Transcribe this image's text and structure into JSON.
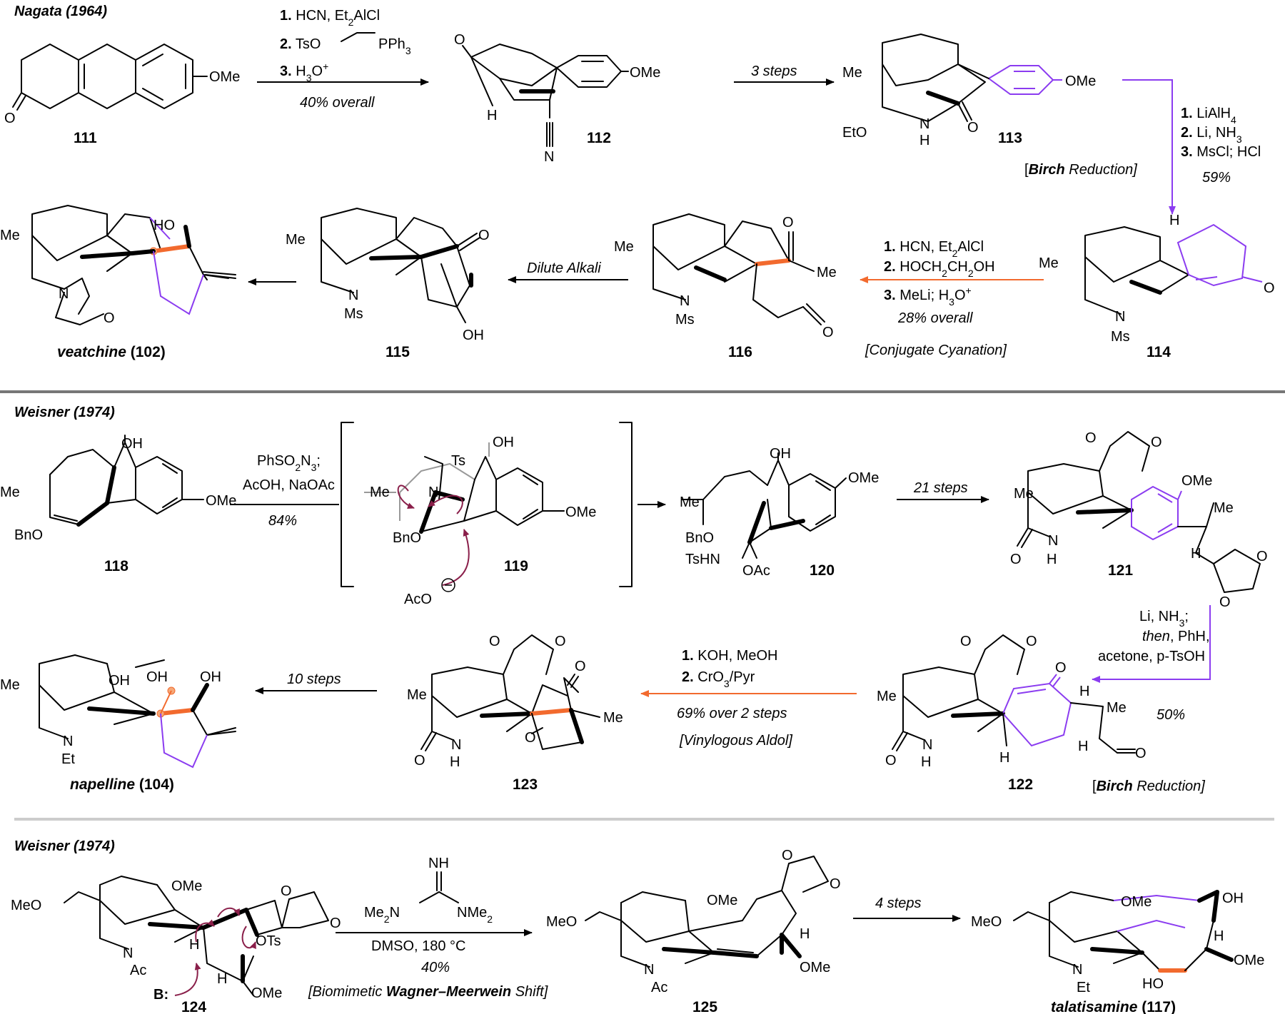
{
  "colors": {
    "birch": "#8b3cf0",
    "cyanation": "#f26a2e",
    "wagner": "#1d4f91",
    "arrow_mech": "#8a1f4a",
    "divider": "#777777"
  },
  "sections": [
    {
      "title": "Nagata (1964)"
    },
    {
      "title": "Weisner (1974)"
    },
    {
      "title": "Weisner (1974)"
    }
  ],
  "compounds": {
    "c111": "111",
    "c112": "112",
    "c113": "113",
    "c114": "114",
    "c115": "115",
    "c116": "116",
    "veatchine": "veatchine",
    "c102": "102",
    "c118": "118",
    "c119": "119",
    "c120": "120",
    "c121": "121",
    "c122": "122",
    "c123": "123",
    "napelline": "napelline",
    "c104": "104",
    "c124": "124",
    "c125": "125",
    "talatisamine": "talatisamine",
    "c117": "117"
  },
  "nagata": {
    "step1": {
      "n1": "1.",
      "t1": "HCN, Et",
      "t1b": "AlCl",
      "n2": "2.",
      "t2": "TsO",
      "t2b": "PPh",
      "n3": "3.",
      "t3": "H",
      "t3b": "O",
      "yield": "40% overall"
    },
    "step2": {
      "label": "3 steps"
    },
    "step3": {
      "n1": "1.",
      "t1": "LiAlH",
      "n2": "2.",
      "t2": "Li, NH",
      "n3": "3.",
      "t3": "MsCl; HCl",
      "yield": "59%",
      "tag_pre": "[",
      "tag_bold": "Birch",
      "tag_rest": " Reduction]"
    },
    "step4": {
      "n1": "1.",
      "t1": "HCN, Et",
      "t1b": "AlCl",
      "n2": "2.",
      "t2": "HOCH",
      "t2b": "CH",
      "t2c": "OH",
      "n3": "3.",
      "t3": "MeLi; H",
      "t3b": "O",
      "yield": "28% overall",
      "tag": "[Conjugate Cyanation]"
    },
    "step5": {
      "label": "Dilute Alkali"
    }
  },
  "weisner1": {
    "step1": {
      "t1": "PhSO",
      "t1b": "N",
      "t1c": ";",
      "t2": "AcOH, NaOAc",
      "yield": "84%"
    },
    "step2": {
      "label": "21 steps"
    },
    "step3": {
      "t1": "Li, NH",
      "t1b": ";",
      "t2a": "then",
      "t2b": ", PhH,",
      "t3": "acetone, p-TsOH",
      "yield": "50%",
      "tag_pre": "[",
      "tag_bold": "Birch",
      "tag_rest": " Reduction]"
    },
    "step4": {
      "n1": "1.",
      "t1": "KOH, MeOH",
      "n2": "2.",
      "t2": "CrO",
      "t2b": "/Pyr",
      "yield": "69% over 2 steps",
      "tag": "[Vinylogous Aldol]"
    },
    "step5": {
      "label": "10 steps"
    }
  },
  "weisner2": {
    "step1": {
      "t1": "NH",
      "t2": "Me",
      "t3": "NMe",
      "t4": "DMSO, 180 °C",
      "yield": "40%",
      "tag_pre": "[Biomimetic ",
      "tag_bold": "Wagner–Meerwein",
      "tag_rest": " Shift]"
    },
    "step2": {
      "label": "4 steps"
    }
  },
  "atoms": {
    "OMe": "OMe",
    "O": "O",
    "H": "H",
    "N": "N",
    "Me": "Me",
    "EtO": "EtO",
    "Ms": "Ms",
    "HO": "HO",
    "OH": "OH",
    "BnO": "BnO",
    "Ts": "Ts",
    "AcO": "AcO",
    "TsHN": "TsHN",
    "OAc": "OAc",
    "Et": "Et",
    "MeO": "MeO",
    "Ac": "Ac",
    "B": "B:",
    "OTs": "OTs"
  }
}
